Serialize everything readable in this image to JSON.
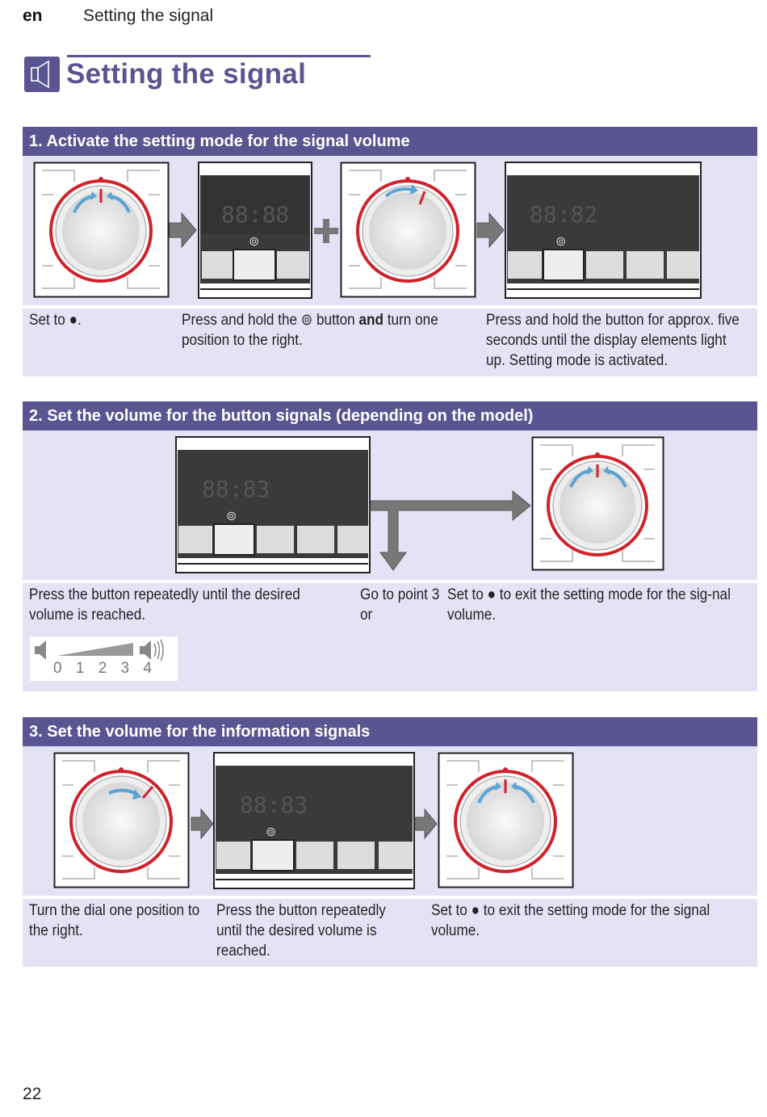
{
  "header": {
    "lang": "en",
    "running_title": "Setting the signal"
  },
  "title": "Setting the signal",
  "page_number": "22",
  "sections": [
    {
      "heading": "1. Activate the setting mode for the signal volume",
      "captions": {
        "c1": "Set to ●.",
        "c2_a": "Press and hold the ",
        "c2_bold": "and",
        "c2_b": " button ",
        "c2_c": " turn one position to the right.",
        "c3": "Press and hold the button for approx. five seconds until the display elements light up. Setting mode is activated."
      },
      "display_1": "88:88",
      "display_2": "88:82"
    },
    {
      "heading": "2. Set the volume for the button signals (depending on the model)",
      "captions": {
        "c1": "Press the button repeatedly until the desired volume is reached.",
        "c2": "Go to point 3 or",
        "c3": "Set to ● to exit the setting mode for the sig-nal volume."
      },
      "display": "88:83",
      "volume_scale": "0 1 2 3 4"
    },
    {
      "heading": "3. Set the volume for the information signals",
      "captions": {
        "c1": "Turn the dial one position to the right.",
        "c2": "Press the button repeatedly until the desired volume is reached.",
        "c3": "Set to ● to exit the setting mode for the signal volume."
      },
      "display": "88:83"
    }
  ],
  "icons": {
    "speaker": "speaker-icon",
    "button_symbol": "spiral-icon"
  },
  "colors": {
    "accent": "#5a5490",
    "band": "#e4e3f6",
    "dial_ring": "#d0222b",
    "arrow": "#5aa3d4"
  }
}
